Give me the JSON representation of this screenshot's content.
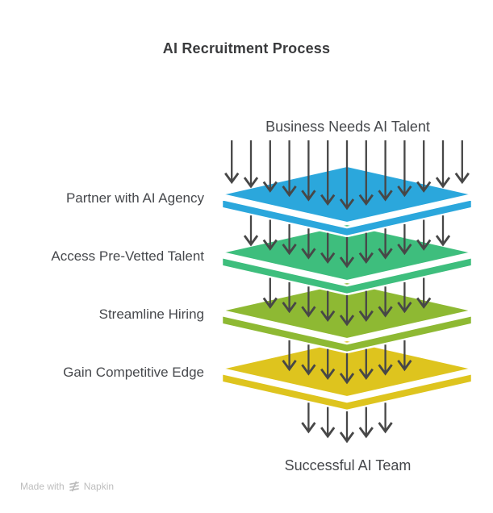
{
  "title": "AI Recruitment Process",
  "diagram": {
    "input_label": "Business Needs AI Talent",
    "output_label": "Successful AI Team",
    "arrow_color": "#474747",
    "layers": [
      {
        "label": "Partner with AI Agency",
        "color": "#2ba7dc"
      },
      {
        "label": "Access Pre-Vetted Talent",
        "color": "#3ebe7d"
      },
      {
        "label": "Streamline Hiring",
        "color": "#8eb933"
      },
      {
        "label": "Gain Competitive Edge",
        "color": "#dec41e"
      }
    ],
    "arrows_per_band": [
      13,
      11,
      9,
      7,
      5
    ]
  },
  "watermark": {
    "made_with": "Made with",
    "brand": "Napkin",
    "logo": "napkin-zap-icon"
  }
}
